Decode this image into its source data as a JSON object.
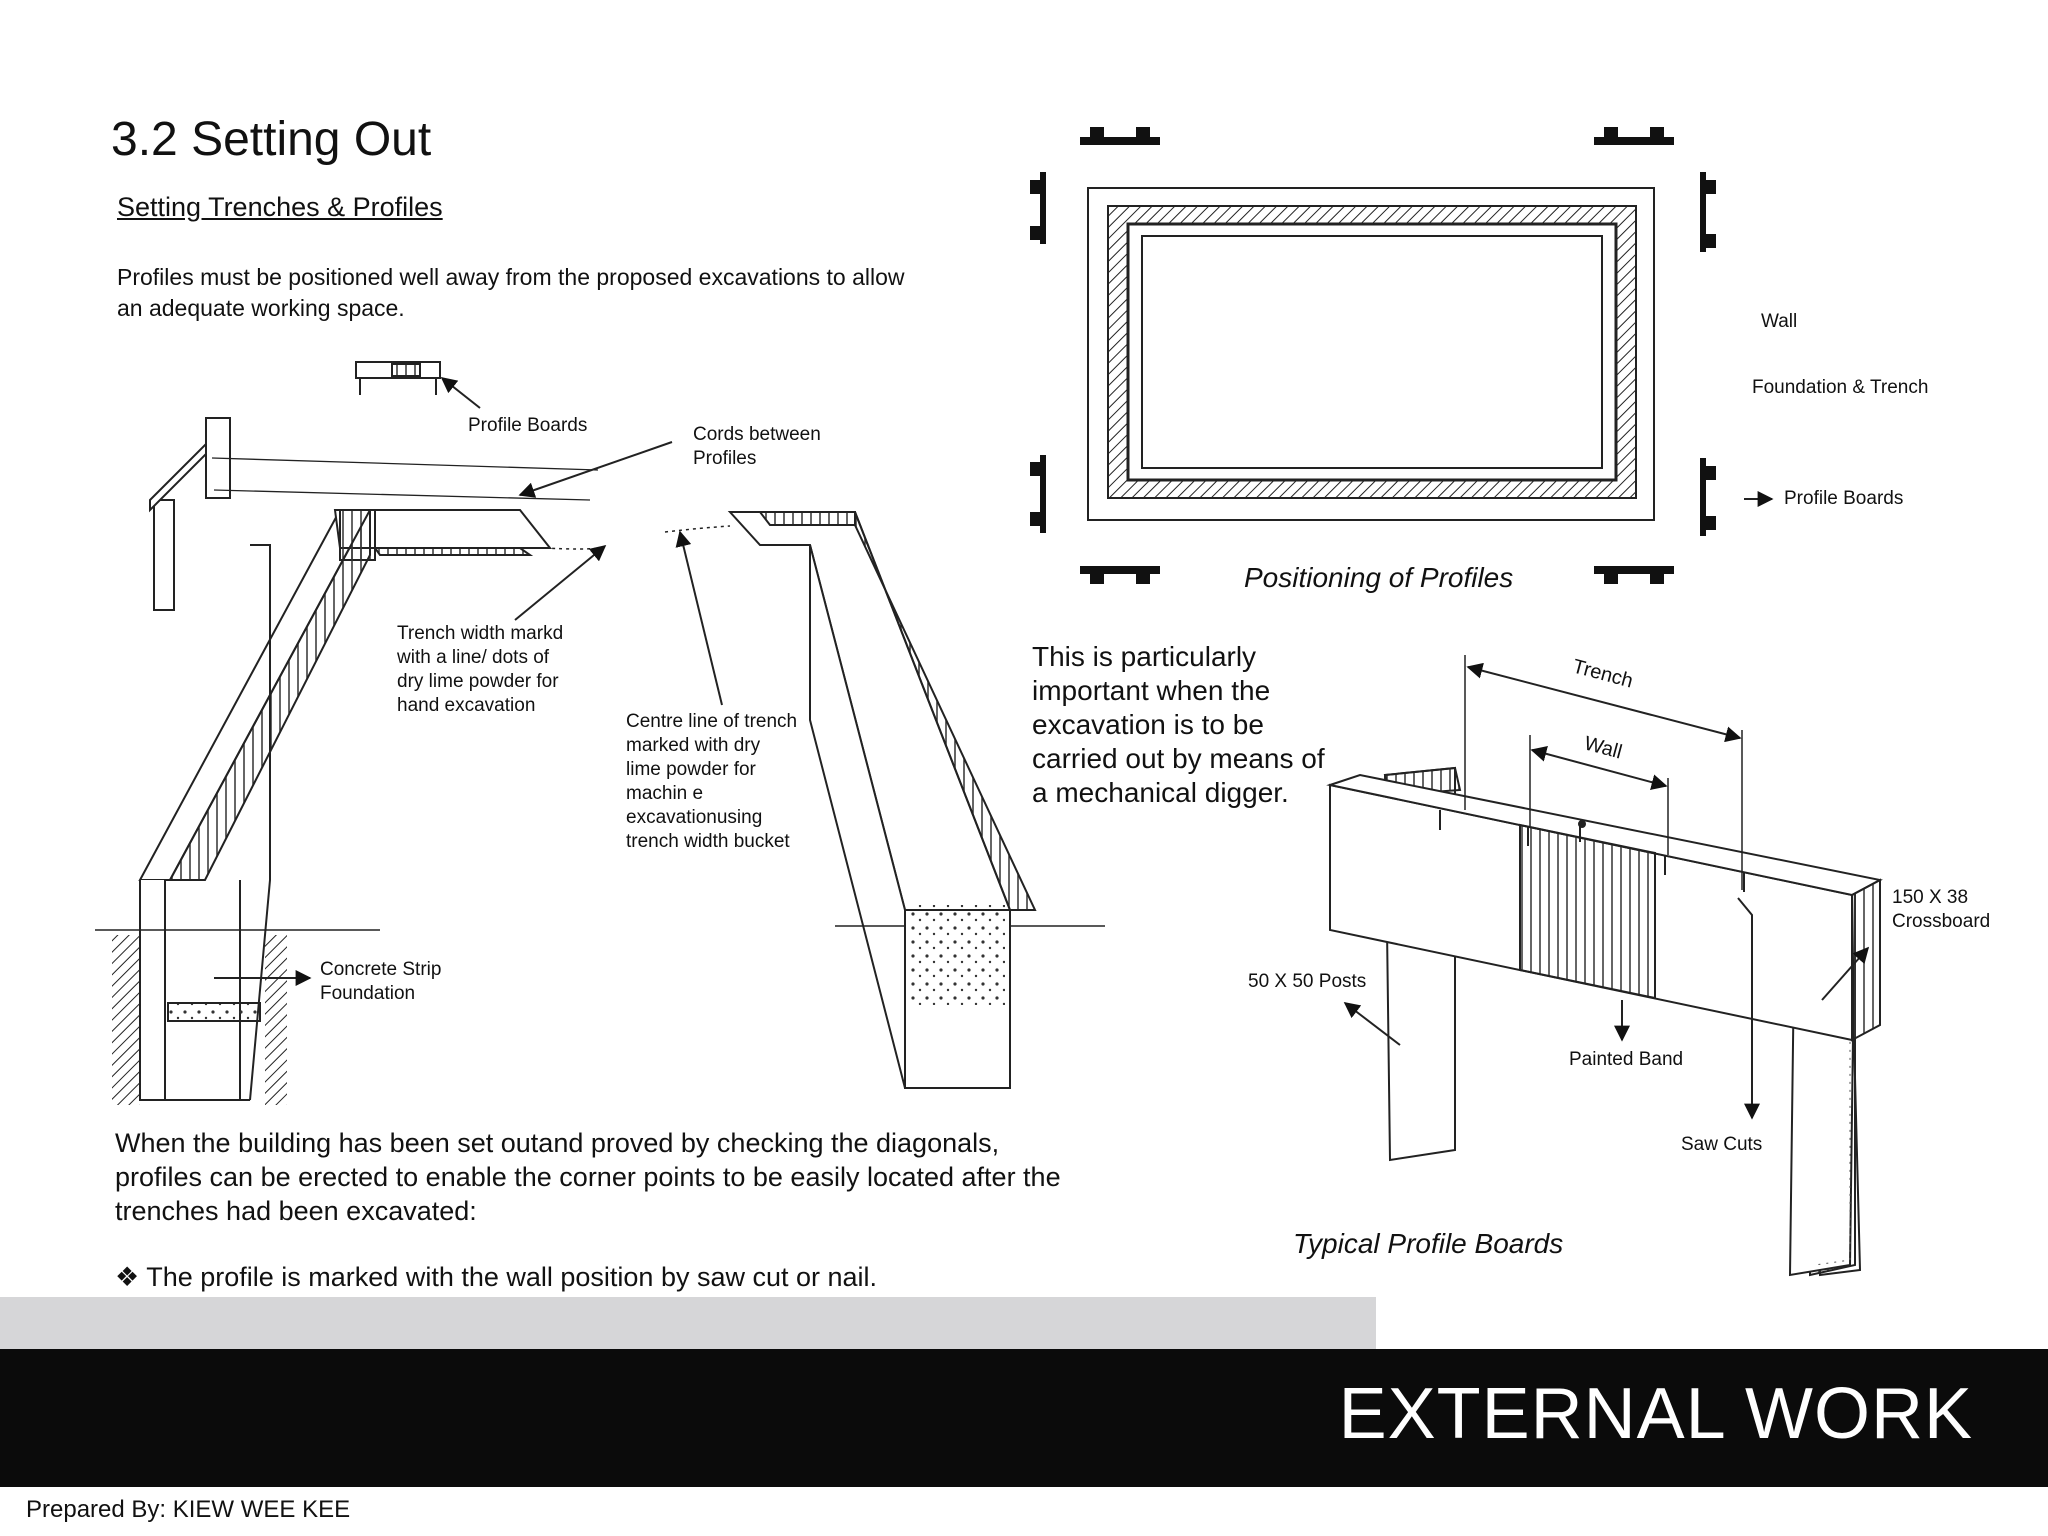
{
  "header": {
    "section_title": "3.2 Setting Out",
    "subtitle": "Setting Trenches & Profiles",
    "intro": "Profiles must be positioned well away from the proposed excavations to allow an adequate working space."
  },
  "trench_diagram": {
    "profile_boards": "Profile Boards",
    "cords": "Cords between\nProfiles",
    "trench_width": "Trench width markd\nwith a line/ dots of\ndry lime powder for\nhand excavation",
    "centre_line": "Centre line of trench\nmarked with dry\nlime powder for\nmachin e\nexcavationusing\ntrench width bucket",
    "concrete_strip": "Concrete Strip\nFoundation"
  },
  "plan_diagram": {
    "wall": "Wall",
    "foundation_trench": "Foundation & Trench",
    "profile_boards": "Profile Boards",
    "caption": "Positioning of Profiles"
  },
  "note": "This is particularly important when the excavation is to be carried out by means of a mechanical digger.",
  "board_diagram": {
    "trench": "Trench",
    "wall": "Wall",
    "crossboard": "150 X 38\nCrossboard",
    "posts": "50 X 50 Posts",
    "painted_band": "Painted Band",
    "saw_cuts": "Saw Cuts",
    "caption": "Typical Profile Boards"
  },
  "body": {
    "paragraph": "When the building has been set outand proved by checking the diagonals, profiles can be erected to enable the corner points to be easily located after the trenches had been excavated:",
    "bullet": "❖ The profile is marked with the wall position by saw cut or nail."
  },
  "footer": {
    "title": "EXTERNAL WORK",
    "prepared_by": "Prepared By: KIEW WEE KEE"
  }
}
